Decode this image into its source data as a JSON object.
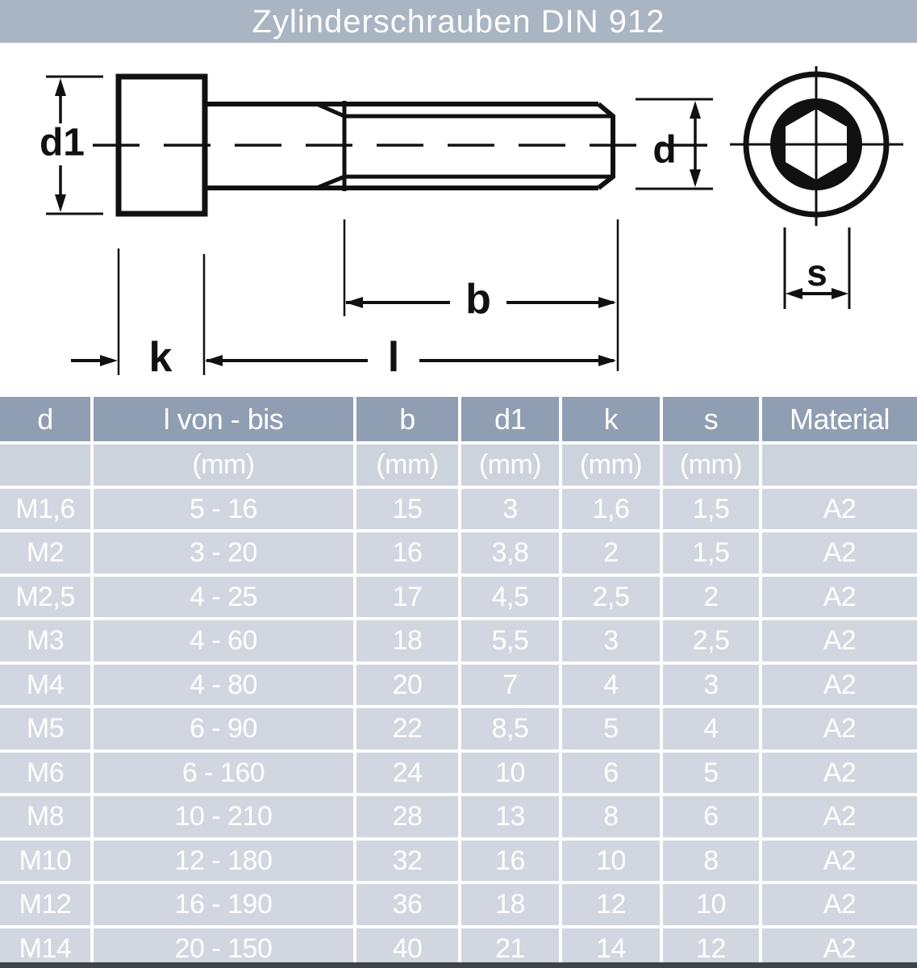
{
  "title": "Zylinderschrauben DIN 912",
  "drawing": {
    "labels": {
      "d1": "d1",
      "k": "k",
      "l": "l",
      "b": "b",
      "d": "d",
      "s": "s"
    }
  },
  "table": {
    "columns": [
      "d",
      "l von - bis",
      "b",
      "d1",
      "k",
      "s",
      "Material"
    ],
    "column_slugs": [
      "d",
      "l-von-bis",
      "b",
      "d1",
      "k",
      "s",
      "material"
    ],
    "units_row": [
      "",
      "(mm)",
      "(mm)",
      "(mm)",
      "(mm)",
      "(mm)",
      ""
    ],
    "rows": [
      [
        "M1,6",
        "5 - 16",
        "15",
        "3",
        "1,6",
        "1,5",
        "A2"
      ],
      [
        "M2",
        "3 - 20",
        "16",
        "3,8",
        "2",
        "1,5",
        "A2"
      ],
      [
        "M2,5",
        "4 - 25",
        "17",
        "4,5",
        "2,5",
        "2",
        "A2"
      ],
      [
        "M3",
        "4 - 60",
        "18",
        "5,5",
        "3",
        "2,5",
        "A2"
      ],
      [
        "M4",
        "4 - 80",
        "20",
        "7",
        "4",
        "3",
        "A2"
      ],
      [
        "M5",
        "6 - 90",
        "22",
        "8,5",
        "5",
        "4",
        "A2"
      ],
      [
        "M6",
        "6 - 160",
        "24",
        "10",
        "6",
        "5",
        "A2"
      ],
      [
        "M8",
        "10 - 210",
        "28",
        "13",
        "8",
        "6",
        "A2"
      ],
      [
        "M10",
        "12 - 180",
        "32",
        "16",
        "10",
        "8",
        "A2"
      ],
      [
        "M12",
        "16 - 190",
        "36",
        "18",
        "12",
        "10",
        "A2"
      ],
      [
        "M14",
        "20 - 150",
        "40",
        "21",
        "14",
        "12",
        "A2"
      ]
    ]
  },
  "colors": {
    "title_bar": "#a9b5c3",
    "table_header": "#8f9eb2",
    "table_row": "#d1d6e0",
    "units_row": "#ccd3dd",
    "cell_text": "#ffffff",
    "drawing_line": "#111111",
    "bottom_strip": "#3f444b"
  }
}
